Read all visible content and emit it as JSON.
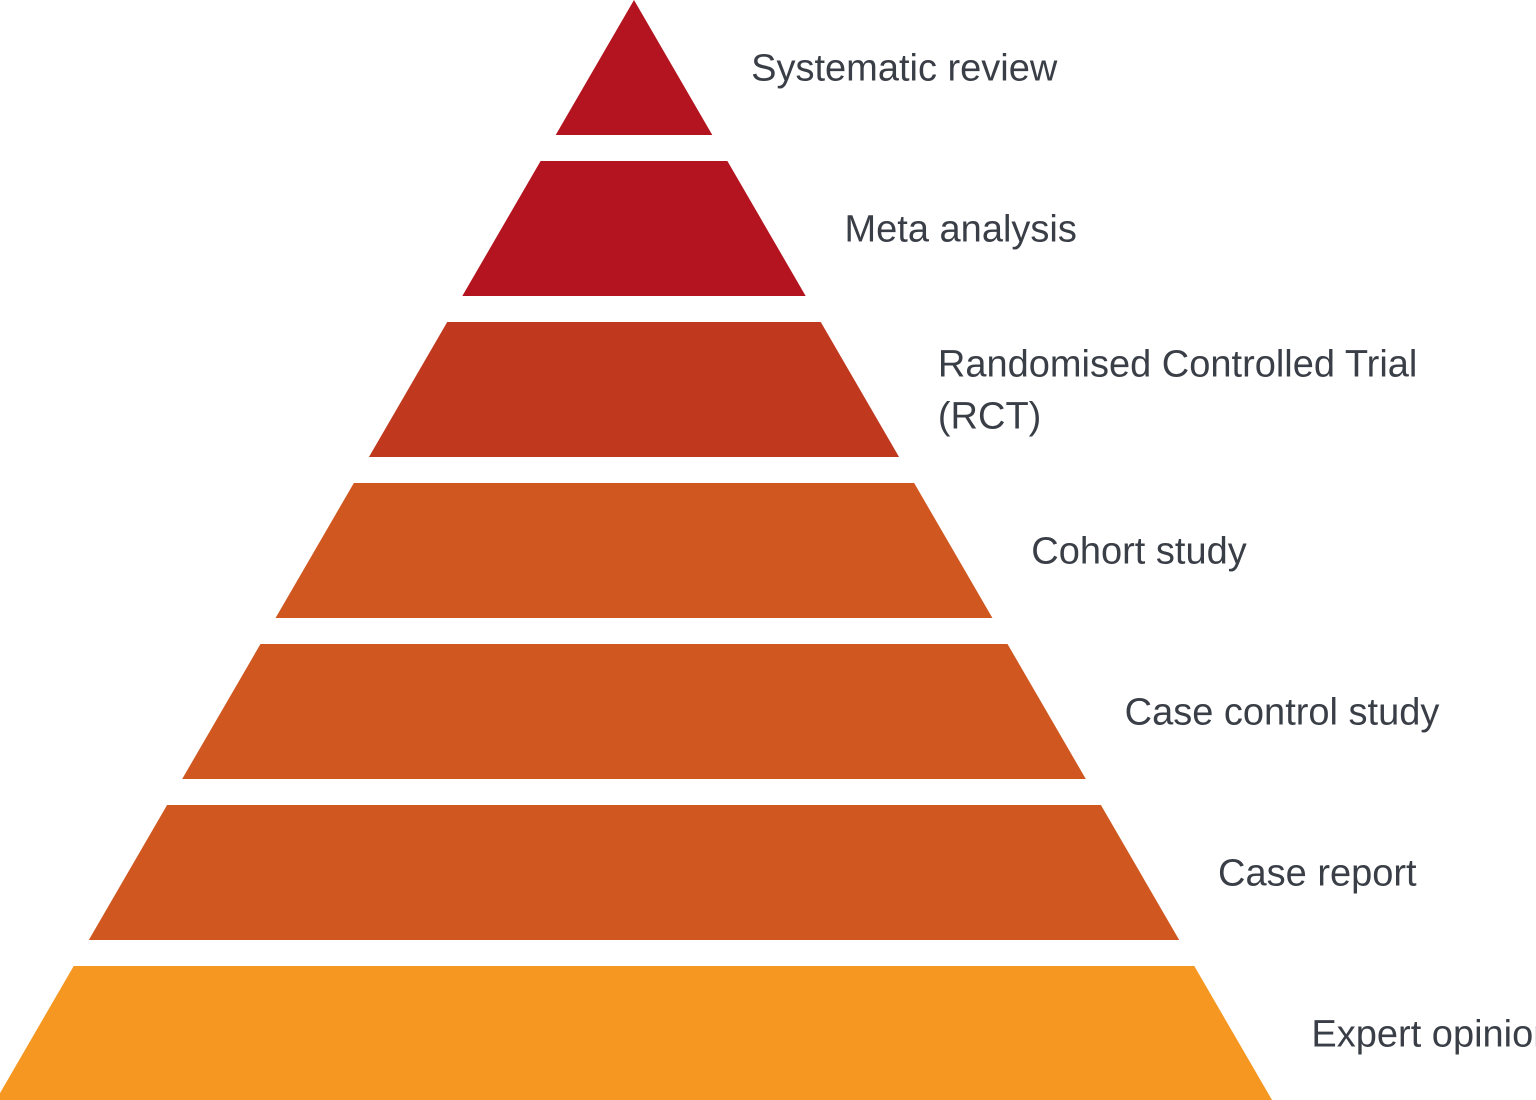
{
  "pyramid": {
    "tiers": [
      {
        "label_lines": [
          "Systematic review"
        ],
        "color": "#b3141f"
      },
      {
        "label_lines": [
          "Meta analysis"
        ],
        "color": "#b3141f"
      },
      {
        "label_lines": [
          "Randomised Controlled Trial",
          "(RCT)"
        ],
        "color": "#c0381e"
      },
      {
        "label_lines": [
          "Cohort study"
        ],
        "color": "#d05820"
      },
      {
        "label_lines": [
          "Case control study"
        ],
        "color": "#d05820"
      },
      {
        "label_lines": [
          "Case report"
        ],
        "color": "#d05820"
      },
      {
        "label_lines": [
          "Expert opinion"
        ],
        "color": "#f59721"
      }
    ]
  }
}
